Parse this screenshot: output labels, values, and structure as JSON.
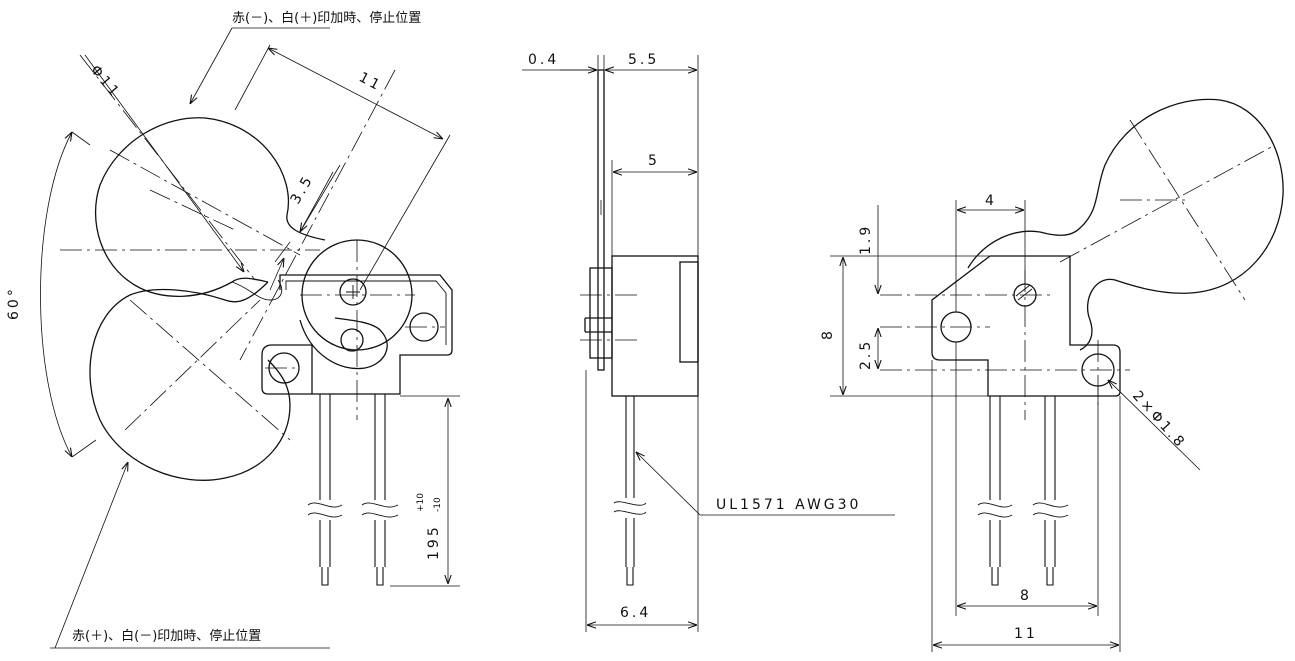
{
  "annotations": {
    "top_note": "赤(－)、白(＋)印加時、停止位置",
    "bottom_note": "赤(＋)、白(－)印加時、停止位置",
    "wire_spec": "UL1571 AWG30"
  },
  "front_view": {
    "dim_dia": "Φ11",
    "dim_length": "11",
    "dim_width": "3.5",
    "dim_angle": "60°",
    "dim_wire_length": "195",
    "tol_plus": "+10",
    "tol_minus": "-10"
  },
  "side_view": {
    "dim_plate": "0.4",
    "dim_total": "5.5",
    "dim_body": "5",
    "dim_bottom": "6.4"
  },
  "rear_view": {
    "dim_4": "4",
    "dim_1_9": "1.9",
    "dim_8_v": "8",
    "dim_2_5": "2.5",
    "dim_holes": "2×Φ1.8",
    "dim_8_h": "8",
    "dim_11_h": "11"
  }
}
